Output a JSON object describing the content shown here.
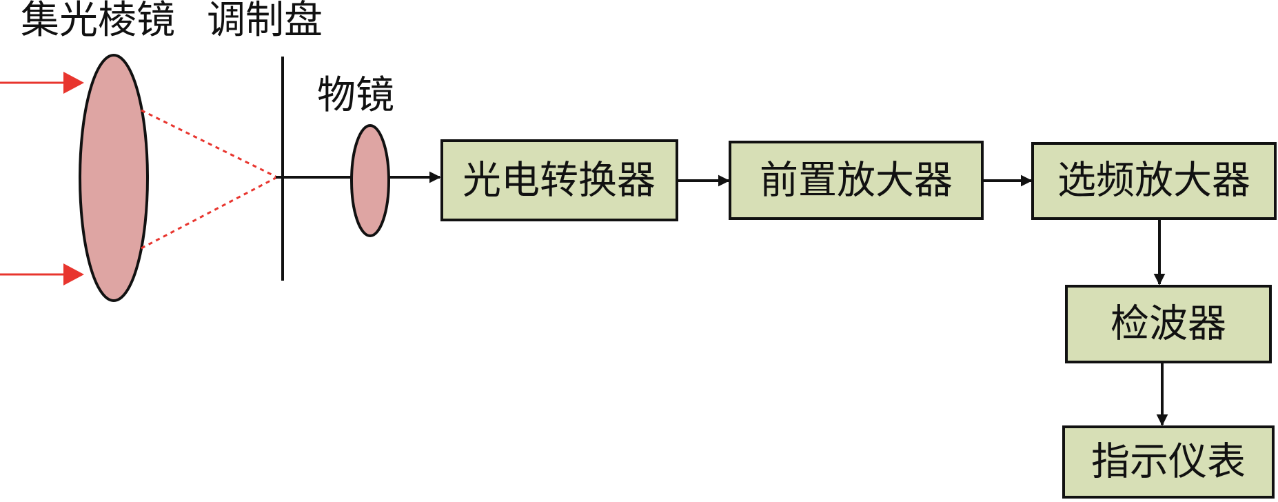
{
  "labels": {
    "condenser": "集光棱镜",
    "modulator": "调制盘",
    "objective": "物镜"
  },
  "blocks": {
    "photoelectric": "光电转换器",
    "preamp": "前置放大器",
    "selective_amp": "选频放大器",
    "detector": "检波器",
    "indicator": "指示仪表"
  },
  "colors": {
    "lens_fill": "#dea5a3",
    "box_fill": "#d7dfb6",
    "incident_ray": "#e8352e",
    "stroke": "#111111"
  }
}
